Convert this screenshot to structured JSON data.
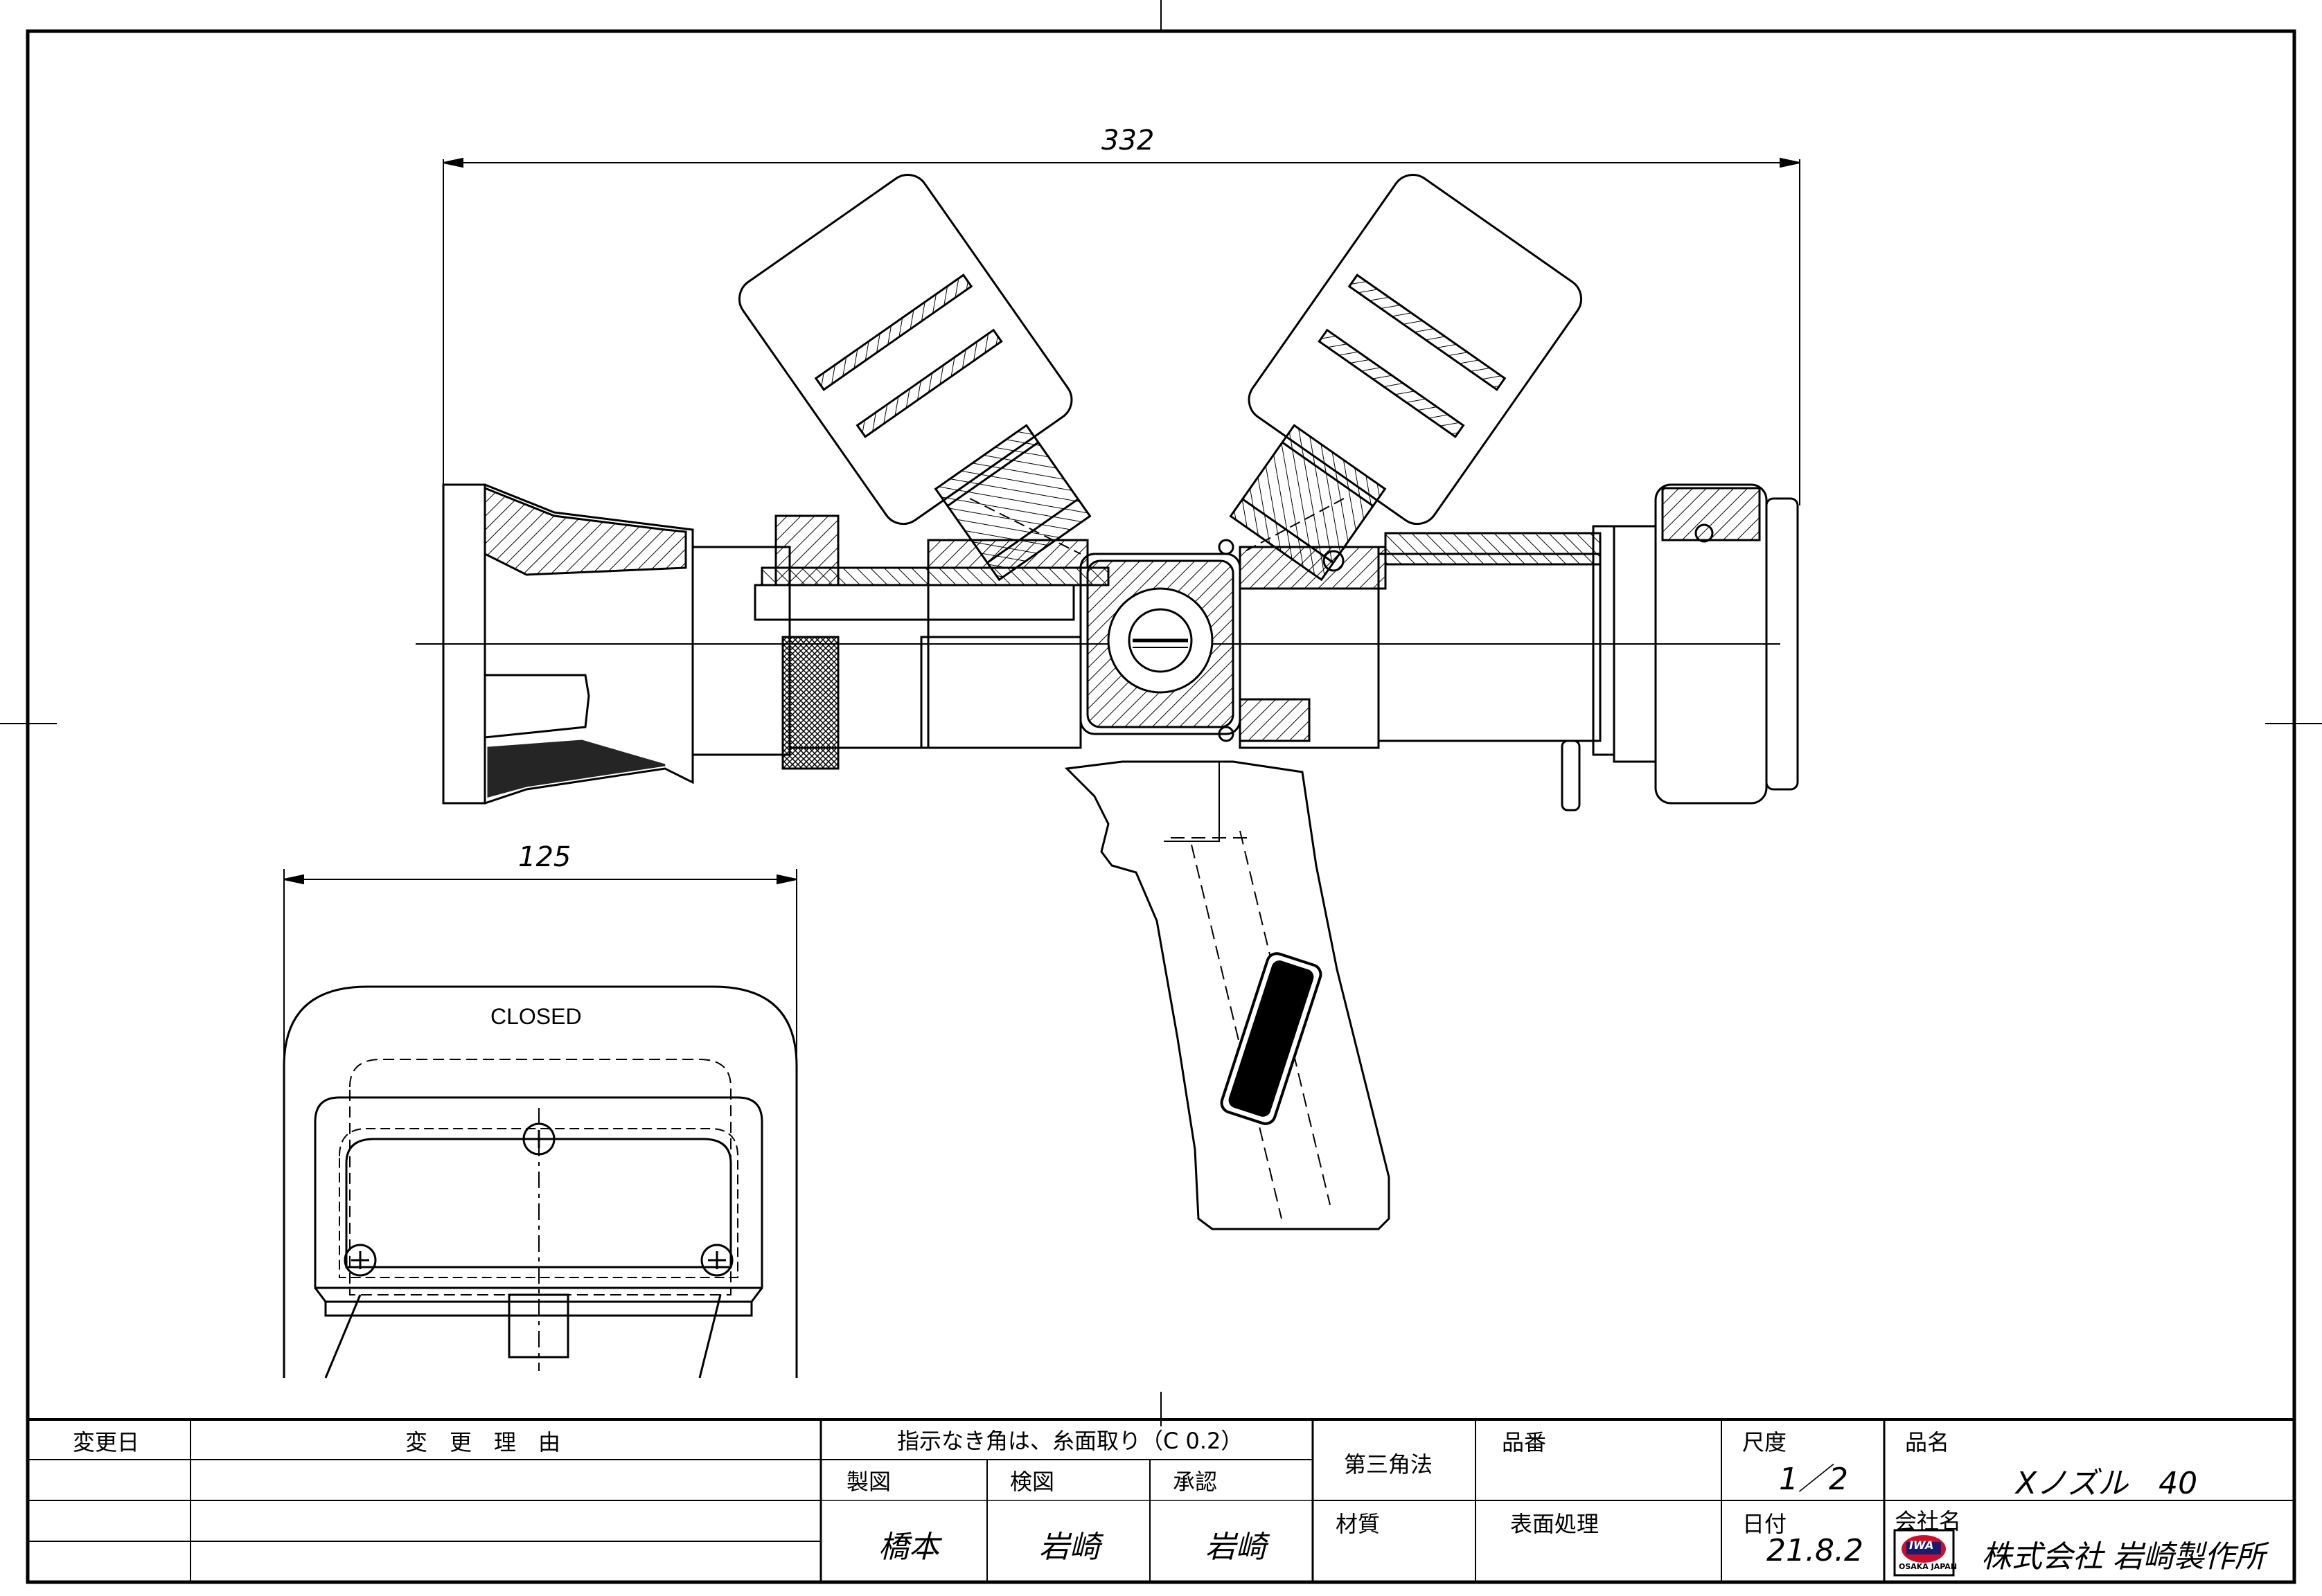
{
  "drawing": {
    "dimensions": {
      "overall_width": "332",
      "handle_width": "125"
    },
    "view_label": "CLOSED",
    "logo_text": "IWA",
    "logo_caption": "OSAKA JAPAN"
  },
  "title_block": {
    "revision": {
      "date_header": "変更日",
      "reason_header": "変　更　理　由"
    },
    "chamfer_note": "指示なき角は、糸面取り（C 0.2）",
    "drawn": {
      "label": "製図",
      "value": "橋本"
    },
    "checked": {
      "label": "検図",
      "value": "岩崎"
    },
    "approved": {
      "label": "承認",
      "value": "岩崎"
    },
    "projection": "第三角法",
    "part_no": {
      "label": "品番",
      "value": ""
    },
    "material": {
      "label": "材質",
      "value": ""
    },
    "surface": {
      "label": "表面処理",
      "value": ""
    },
    "scale": {
      "label": "尺度",
      "value": "1／2"
    },
    "date": {
      "label": "日付",
      "value": "21.8.2"
    },
    "product": {
      "label": "品名",
      "value": "Xノズル　40"
    },
    "company": {
      "label": "会社名",
      "value": "株式会社 岩崎製作所"
    }
  }
}
